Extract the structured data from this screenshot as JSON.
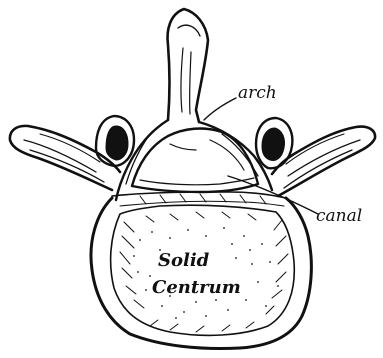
{
  "labels": {
    "arch": "arch",
    "canal": "canal",
    "solid": "Solid",
    "centrum": "Centrum"
  }
}
